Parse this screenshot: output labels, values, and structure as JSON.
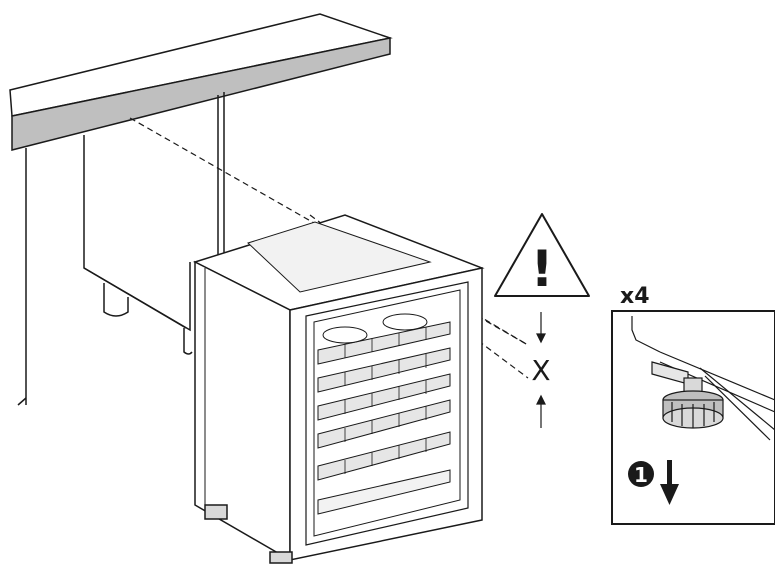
{
  "diagram": {
    "clearance_symbol": "X",
    "quantity_label": "x4",
    "step_number": "1",
    "warning_mark": "!",
    "icons": [
      "warning-triangle-icon",
      "arrow-down-icon",
      "step-number-badge"
    ],
    "colors": {
      "line": "#1a1a1a",
      "countertop_front": "#bfbfbf",
      "countertop_top": "#ffffff",
      "appliance_fill": "#ffffff",
      "shelf_fill": "#e6e6e6"
    }
  }
}
